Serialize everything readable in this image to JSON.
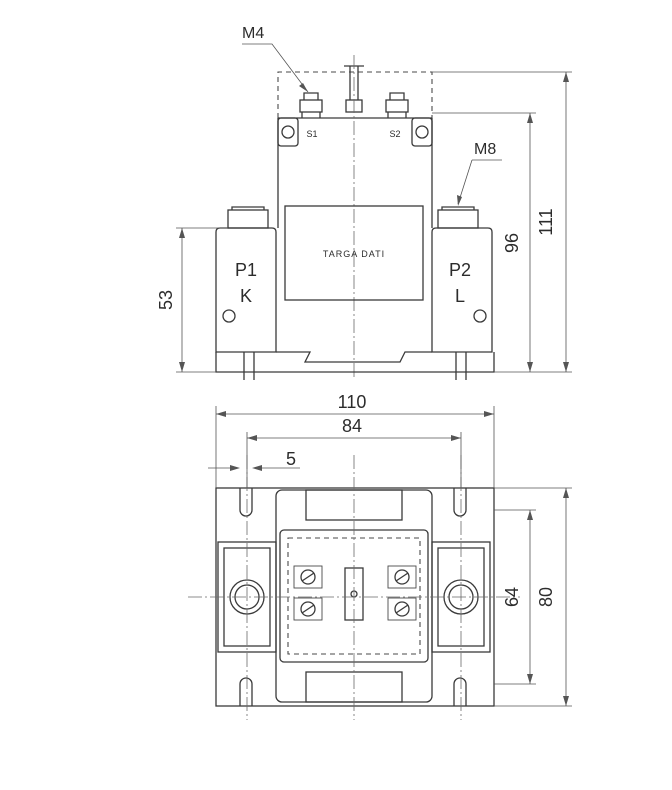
{
  "labels": {
    "m4": "M4",
    "m8": "M8",
    "s1": "S1",
    "s2": "S2",
    "nameplate": "TARGA DATI",
    "p1": "P1",
    "k": "K",
    "p2": "P2",
    "l": "L"
  },
  "dimensions": {
    "height_total": "111",
    "height_body": "96",
    "height_terminal": "53",
    "width_total": "110",
    "width_holes": "84",
    "slot": "5",
    "depth_inner": "64",
    "depth_total": "80"
  }
}
